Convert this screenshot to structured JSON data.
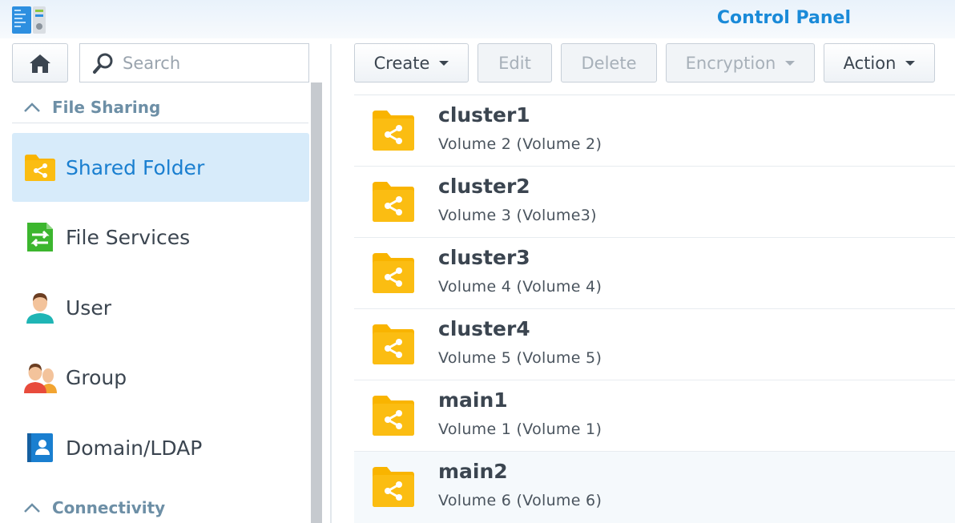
{
  "window": {
    "title": "Control Panel"
  },
  "sidebar": {
    "search_placeholder": "Search",
    "sections": [
      {
        "label": "File Sharing",
        "expanded": true
      },
      {
        "label": "Connectivity",
        "expanded": true
      }
    ],
    "items": [
      {
        "label": "Shared Folder",
        "icon": "shared-folder-icon",
        "active": true
      },
      {
        "label": "File Services",
        "icon": "file-services-icon"
      },
      {
        "label": "User",
        "icon": "user-icon"
      },
      {
        "label": "Group",
        "icon": "group-icon"
      },
      {
        "label": "Domain/LDAP",
        "icon": "domain-ldap-icon"
      }
    ]
  },
  "toolbar": {
    "create": "Create",
    "edit": "Edit",
    "delete": "Delete",
    "encryption": "Encryption",
    "action": "Action"
  },
  "folders": [
    {
      "name": "cluster1",
      "volume": "Volume 2 (Volume 2)"
    },
    {
      "name": "cluster2",
      "volume": "Volume 3 (Volume3)"
    },
    {
      "name": "cluster3",
      "volume": "Volume 4 (Volume 4)"
    },
    {
      "name": "cluster4",
      "volume": "Volume 5 (Volume 5)"
    },
    {
      "name": "main1",
      "volume": "Volume 1 (Volume 1)"
    },
    {
      "name": "main2",
      "volume": "Volume 6 (Volume 6)"
    }
  ],
  "colors": {
    "accent": "#1a8ad8",
    "folder": "#f9b400",
    "active_bg": "#d7ebfa",
    "section_label": "#6d8fa6"
  }
}
